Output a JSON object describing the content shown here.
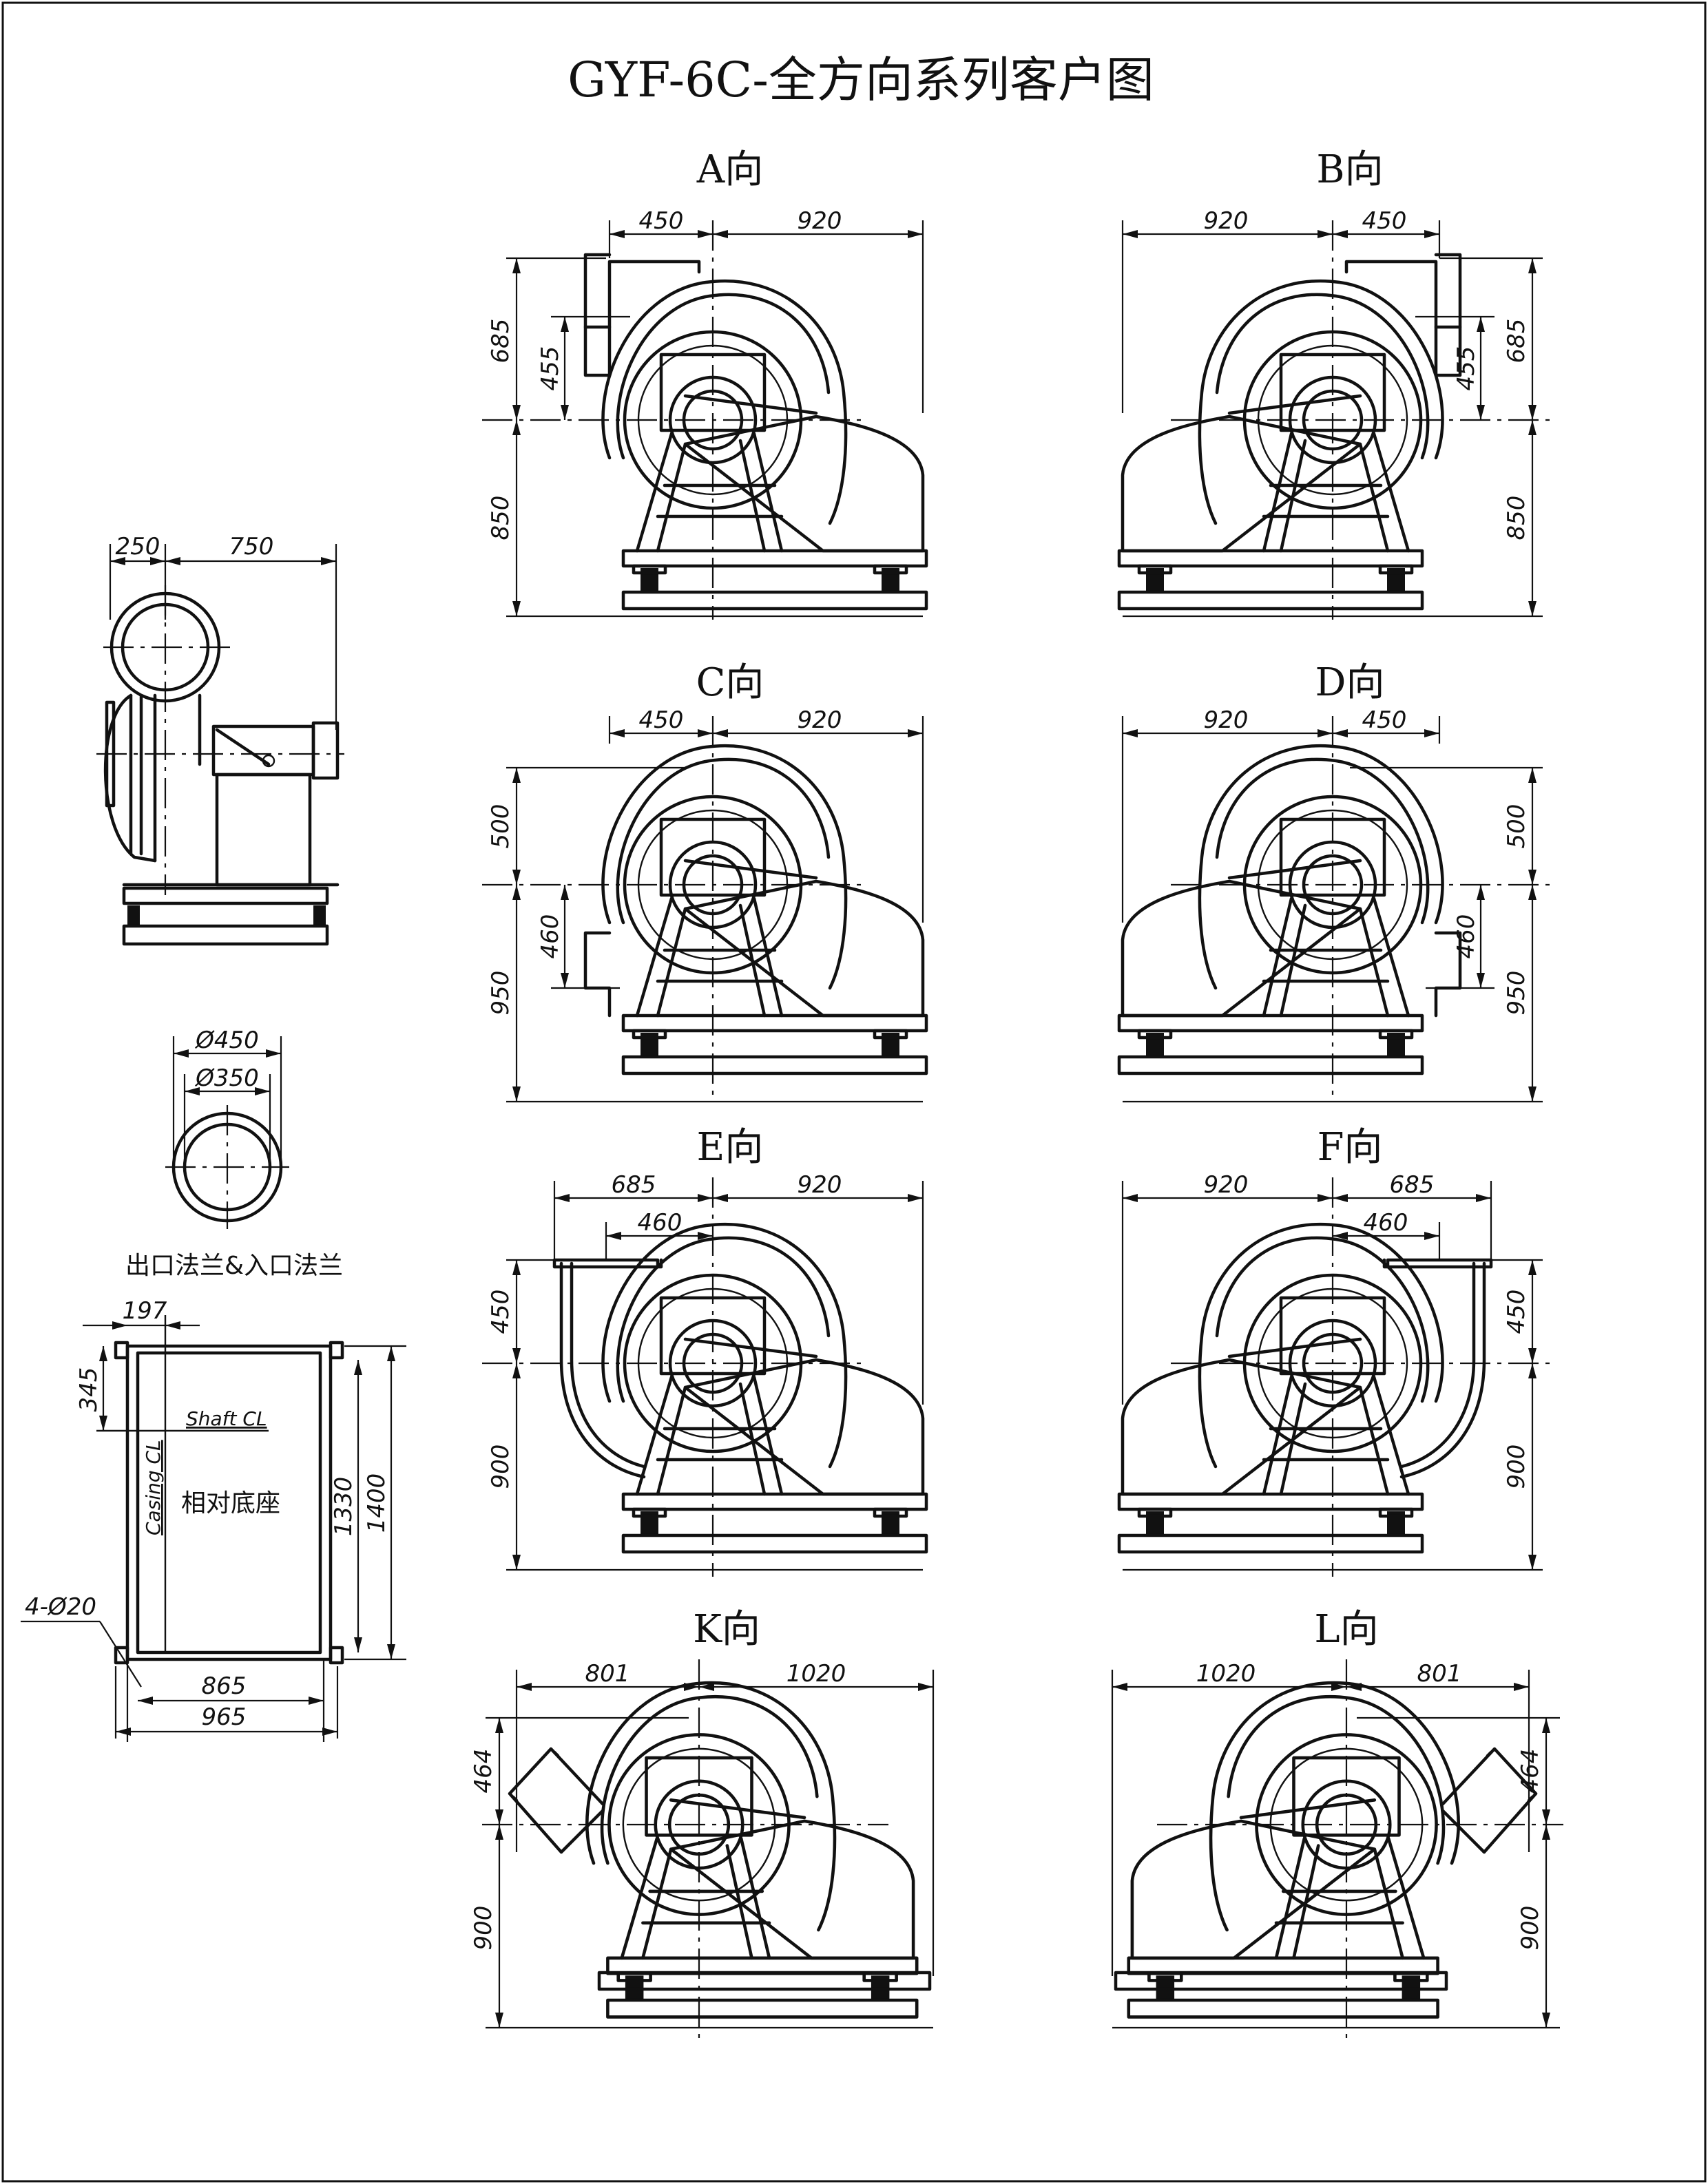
{
  "title": "GYF-6C-全方向系列客户图",
  "views": [
    {
      "id": "A",
      "label": "A向",
      "dims": {
        "left": "450",
        "right": "920",
        "v_top": "685",
        "v_inner": "455",
        "v_bottom": "850"
      }
    },
    {
      "id": "B",
      "label": "B向",
      "dims": {
        "left": "920",
        "right": "450",
        "v_top": "685",
        "v_inner": "455",
        "v_bottom": "850"
      }
    },
    {
      "id": "C",
      "label": "C向",
      "dims": {
        "left": "450",
        "right": "920",
        "v_top": "500",
        "v_inner": "460",
        "v_bottom": "950"
      }
    },
    {
      "id": "D",
      "label": "D向",
      "dims": {
        "left": "920",
        "right": "450",
        "v_top": "500",
        "v_inner": "460",
        "v_bottom": "950"
      }
    },
    {
      "id": "E",
      "label": "E向",
      "dims": {
        "left": "685",
        "left_inner": "460",
        "right": "920",
        "v_top": "450",
        "v_bottom": "900"
      }
    },
    {
      "id": "F",
      "label": "F向",
      "dims": {
        "left": "920",
        "right": "685",
        "right_inner": "460",
        "v_top": "450",
        "v_bottom": "900"
      }
    },
    {
      "id": "K",
      "label": "K向",
      "dims": {
        "left": "801",
        "right": "1020",
        "v_top": "464",
        "v_bottom": "900"
      }
    },
    {
      "id": "L",
      "label": "L向",
      "dims": {
        "left": "1020",
        "right": "801",
        "v_top": "464",
        "v_bottom": "900"
      }
    }
  ],
  "side_view": {
    "dim_left": "250",
    "dim_right": "750"
  },
  "flange": {
    "outer": "Ø450",
    "inner": "Ø350",
    "caption": "出口法兰&入口法兰"
  },
  "base": {
    "dim_197": "197",
    "dim_345": "345",
    "shaft_cl": "Shaft CL",
    "casing_cl": "Casing CL",
    "label": "相对底座",
    "dim_1330": "1330",
    "dim_1400": "1400",
    "holes": "4-Ø20",
    "dim_865": "865",
    "dim_965": "965"
  }
}
